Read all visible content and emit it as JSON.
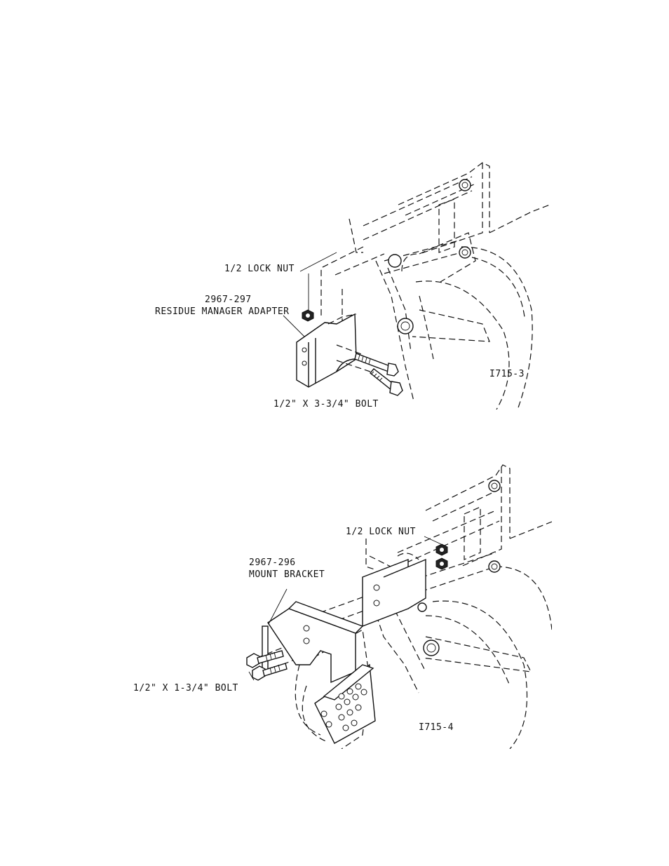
{
  "figure_top": {
    "lock_nut_label": "1/2 LOCK NUT",
    "part_number": "2967-297",
    "part_name": "RESIDUE MANAGER ADAPTER",
    "bolt_label": "1/2\" X 3-3/4\" BOLT",
    "figure_id": "I715-3"
  },
  "figure_bottom": {
    "lock_nut_label": "1/2 LOCK NUT",
    "part_number": "2967-296",
    "part_name": "MOUNT BRACKET",
    "bolt_label": "1/2\" X 1-3/4\" BOLT",
    "figure_id": "I715-4"
  }
}
